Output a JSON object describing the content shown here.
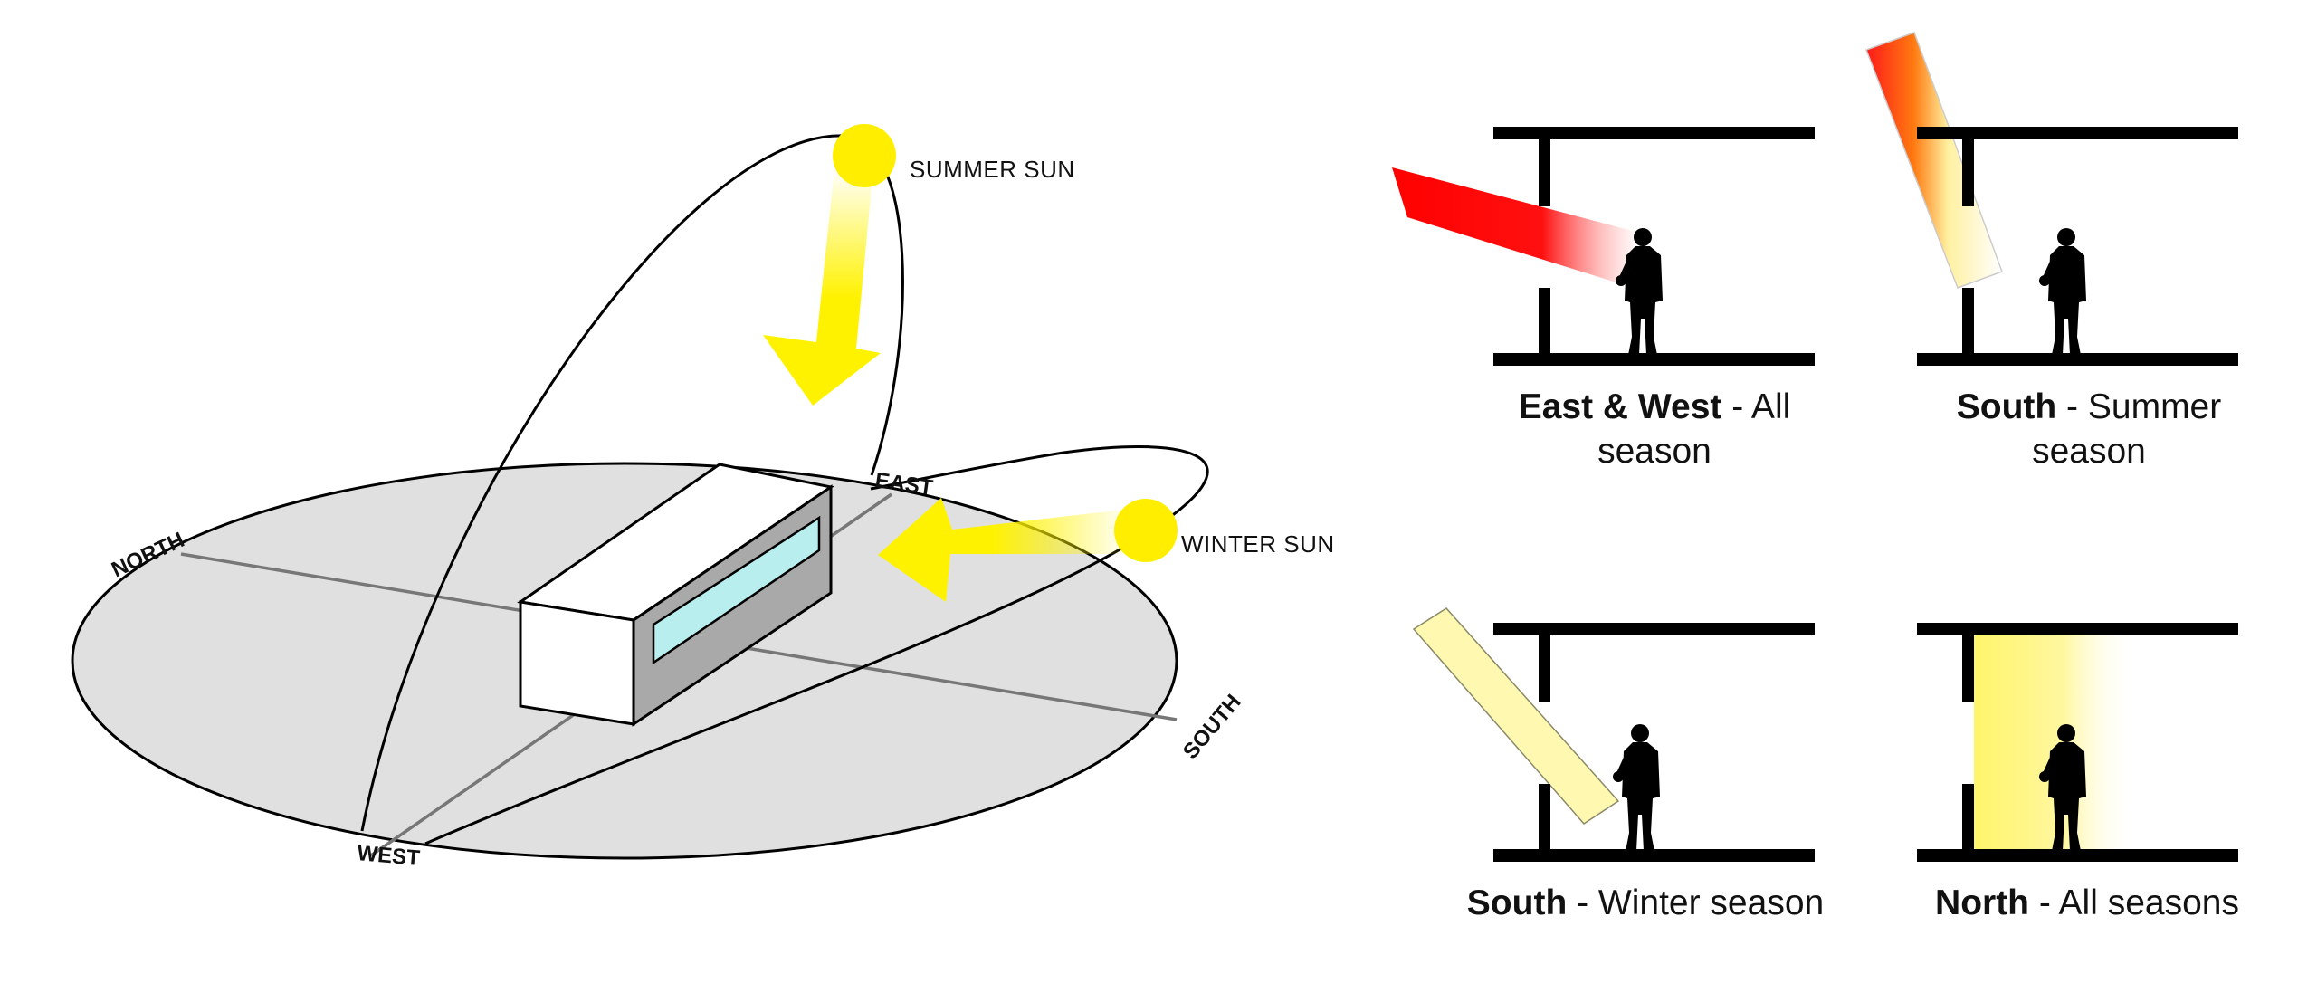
{
  "sun_path_diagram": {
    "summer_sun_label": "SUMMER SUN",
    "winter_sun_label": "WINTER SUN",
    "directions": {
      "north": "NORTH",
      "east": "EAST",
      "south": "SOUTH",
      "west": "WEST"
    }
  },
  "panels": [
    {
      "bold": "East & West",
      "rest": " - All season",
      "light": "red-low-angle"
    },
    {
      "bold": "South",
      "rest": " - Summer season",
      "light": "red-to-white-high-angle"
    },
    {
      "bold": "South",
      "rest": " - Winter season",
      "light": "pale-yellow-low-angle"
    },
    {
      "bold": "North",
      "rest": " - All seasons",
      "light": "diffuse-yellow"
    }
  ],
  "colors": {
    "sun": "#FFEE00",
    "ground": "#E0E0E0",
    "glass": "#B8EEEE",
    "hot_light": "#FF0000",
    "soft_light": "#FFF8B0"
  }
}
